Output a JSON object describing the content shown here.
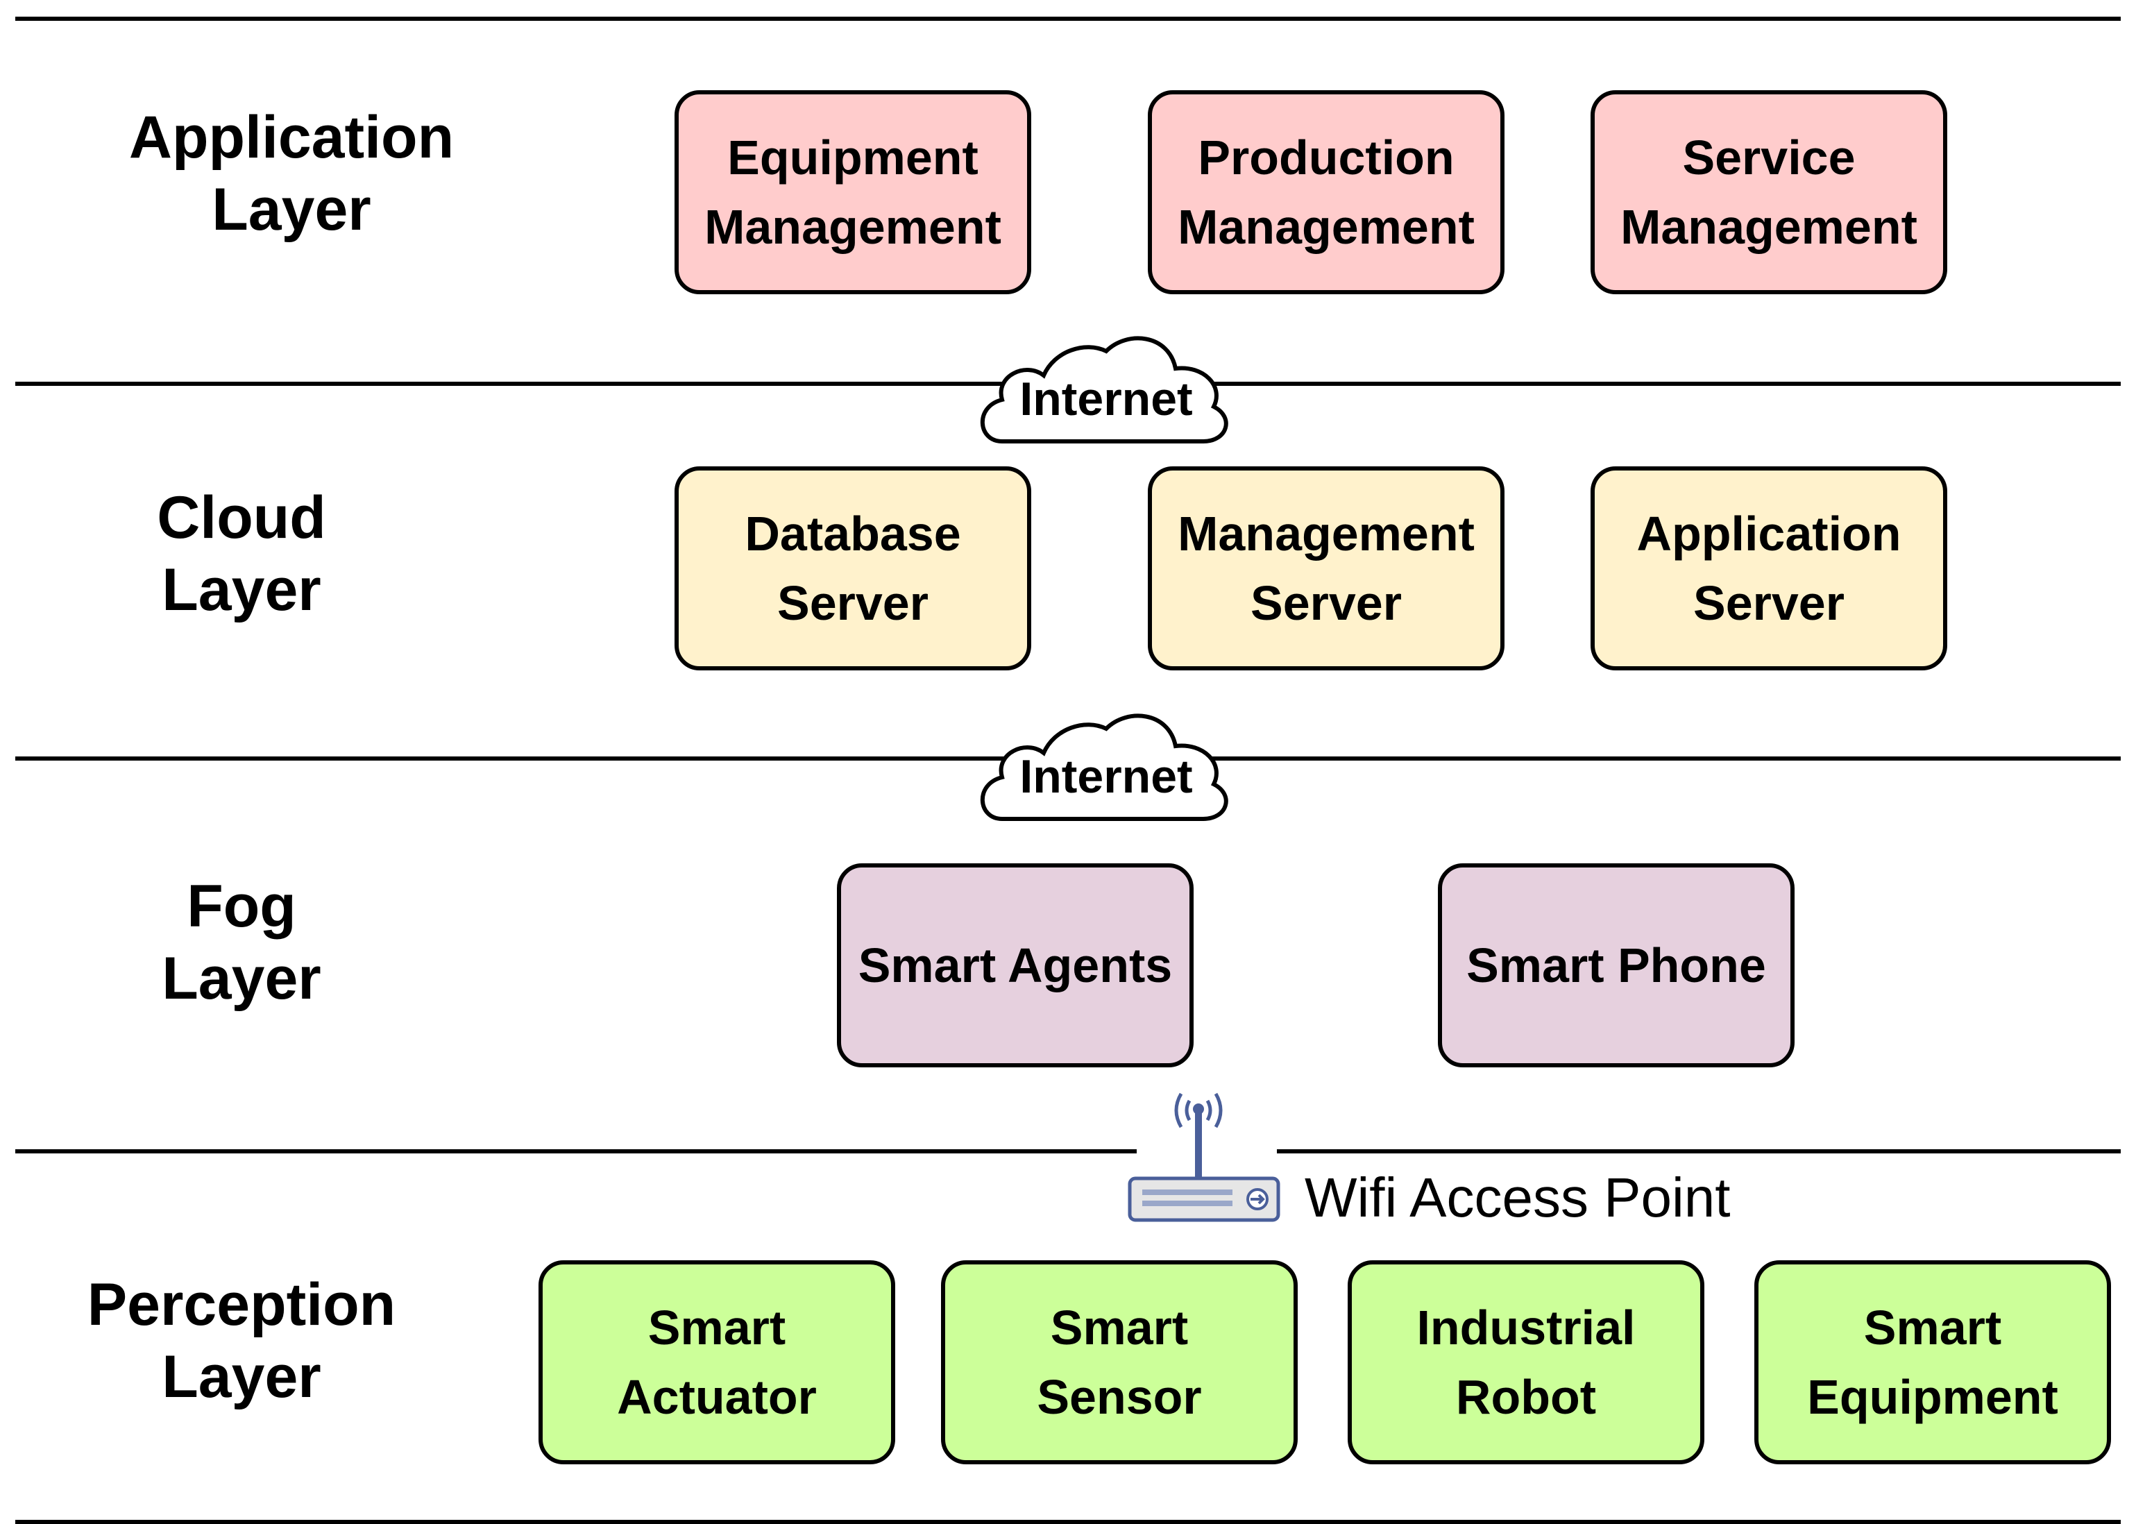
{
  "colors": {
    "application": "#ffcccc",
    "cloud": "#fff2cc",
    "fog": "#e6d0de",
    "perception": "#ccff99",
    "line": "#000000"
  },
  "layers": {
    "application": {
      "title": "Application\nLayer",
      "boxes": [
        "Equipment\nManagement",
        "Production\nManagement",
        "Service\nManagement"
      ]
    },
    "cloud": {
      "title": "Cloud\nLayer",
      "boxes": [
        "Database\nServer",
        "Management\nServer",
        "Application\nServer"
      ]
    },
    "fog": {
      "title": "Fog\nLayer",
      "boxes": [
        "Smart Agents",
        "Smart Phone"
      ]
    },
    "perception": {
      "title": "Perception\nLayer",
      "boxes": [
        "Smart\nActuator",
        "Smart\nSensor",
        "Industrial\nRobot",
        "Smart\nEquipment"
      ]
    }
  },
  "connectors": {
    "internet_1": "Internet",
    "internet_2": "Internet",
    "wifi": "Wifi Access Point"
  },
  "icons": {
    "cloud": "cloud-icon",
    "router": "wifi-router-icon"
  }
}
